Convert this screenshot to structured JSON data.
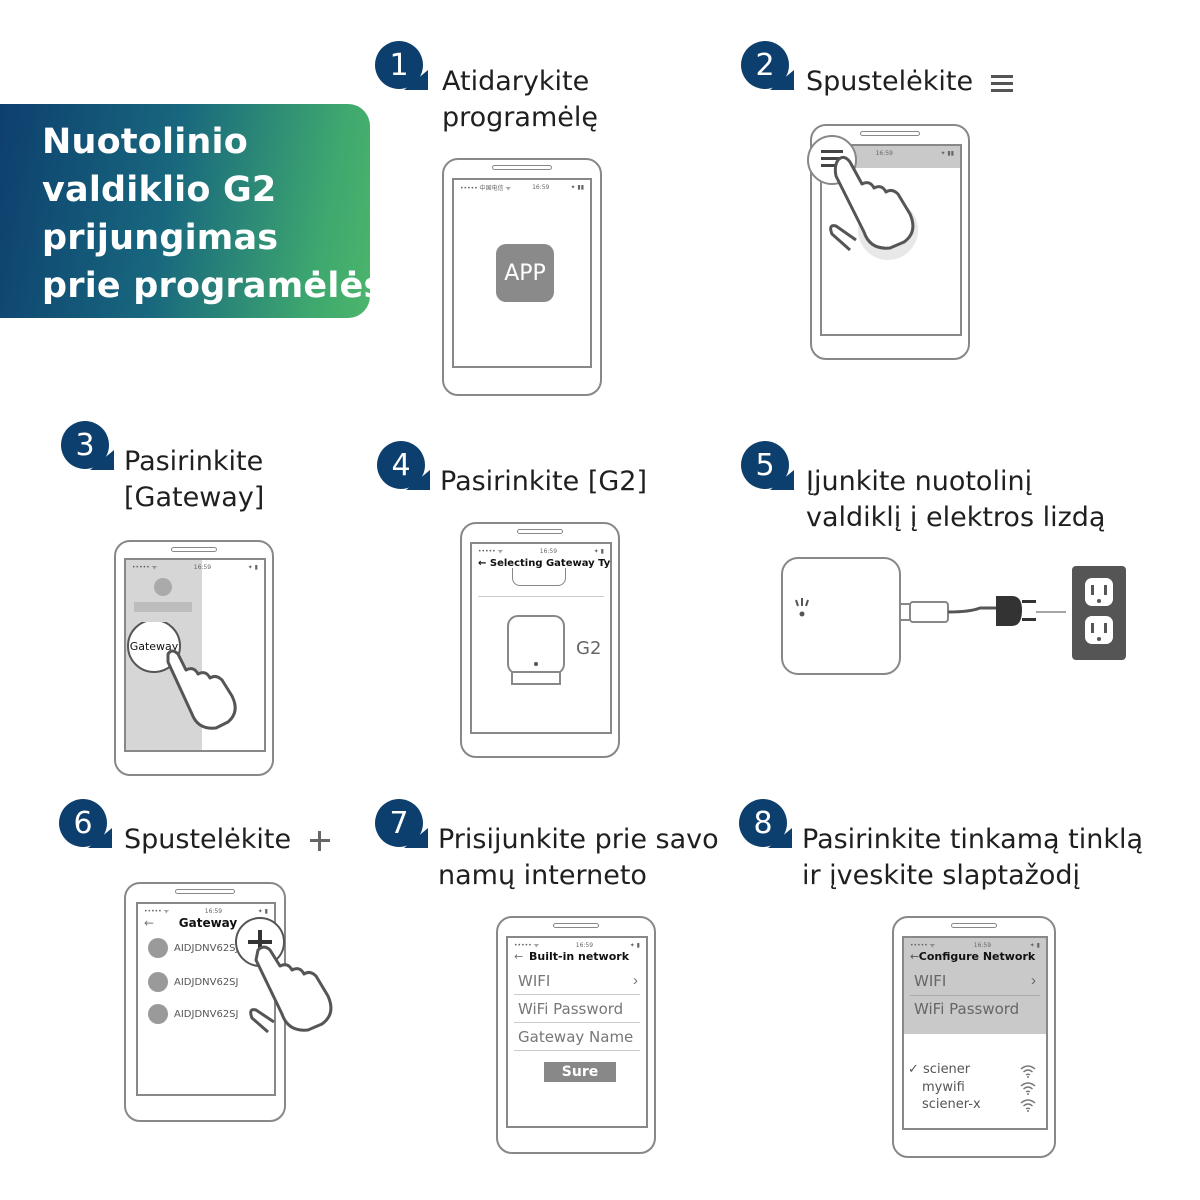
{
  "banner": {
    "lines": [
      "Nuotolinio",
      "valdiklio G2",
      "prijungimas",
      "prie programėlės"
    ]
  },
  "colors": {
    "banner_start": "#0d3f6e",
    "banner_end": "#4cb56b",
    "badge": "#0d3f6e",
    "device_gray": "#888888",
    "outlet": "#555555"
  },
  "steps": [
    {
      "number": "1",
      "title_lines": [
        "Atidarykite",
        "programėlę"
      ],
      "app_label": "APP"
    },
    {
      "number": "2",
      "title_lines": [
        "Spustelėkite"
      ],
      "icon": "menu-icon"
    },
    {
      "number": "3",
      "title_lines": [
        "Pasirinkite",
        "[Gateway]"
      ],
      "callout": "Gateway"
    },
    {
      "number": "4",
      "title_lines": [
        "Pasirinkite [G2]"
      ],
      "screen_header": "Selecting Gateway Type",
      "device_label": "G2"
    },
    {
      "number": "5",
      "title_lines": [
        "Įjunkite nuotolinį",
        "valdiklį į elektros lizdą"
      ]
    },
    {
      "number": "6",
      "title_lines": [
        "Spustelėkite"
      ],
      "icon": "plus-icon",
      "screen_header": "Gateway",
      "gateways": [
        "AIDJDNV62SJ",
        "AIDJDNV62SJ",
        "AIDJDNV62SJ"
      ]
    },
    {
      "number": "7",
      "title_lines": [
        "Prisijunkite prie savo",
        "namų interneto"
      ],
      "screen_header": "Built-in network",
      "fields": [
        "WIFI",
        "WiFi Password",
        "Gateway Name"
      ],
      "button": "Sure"
    },
    {
      "number": "8",
      "title_lines": [
        "Pasirinkite tinkamą tinklą",
        "ir įveskite slaptažodį"
      ],
      "screen_header": "Configure Network",
      "fields": [
        "WIFI",
        "WiFi Password"
      ],
      "networks": [
        "sciener",
        "mywifi",
        "sciener-x"
      ]
    }
  ]
}
